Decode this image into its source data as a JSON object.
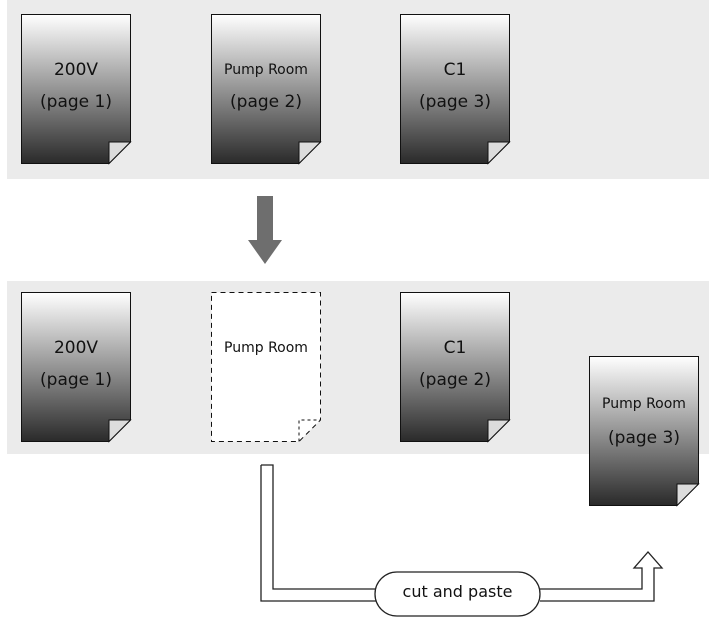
{
  "before": {
    "pages": [
      {
        "title": "200V",
        "subtitle": "(page 1)"
      },
      {
        "title": "Pump Room",
        "subtitle": "(page 2)"
      },
      {
        "title": "C1",
        "subtitle": "(page 3)"
      }
    ]
  },
  "after": {
    "pages": [
      {
        "title": "200V",
        "subtitle": "(page 1)"
      },
      {
        "title": "Pump Room",
        "subtitle": ""
      },
      {
        "title": "C1",
        "subtitle": "(page 2)"
      }
    ],
    "moved_page": {
      "title": "Pump Room",
      "subtitle": "(page 3)"
    }
  },
  "action_label": "cut and paste",
  "colors": {
    "band": "#ebebeb",
    "arrow": "#6e6e6e",
    "gradient_top": "#ffffff",
    "gradient_bottom": "#2a2a2a"
  }
}
